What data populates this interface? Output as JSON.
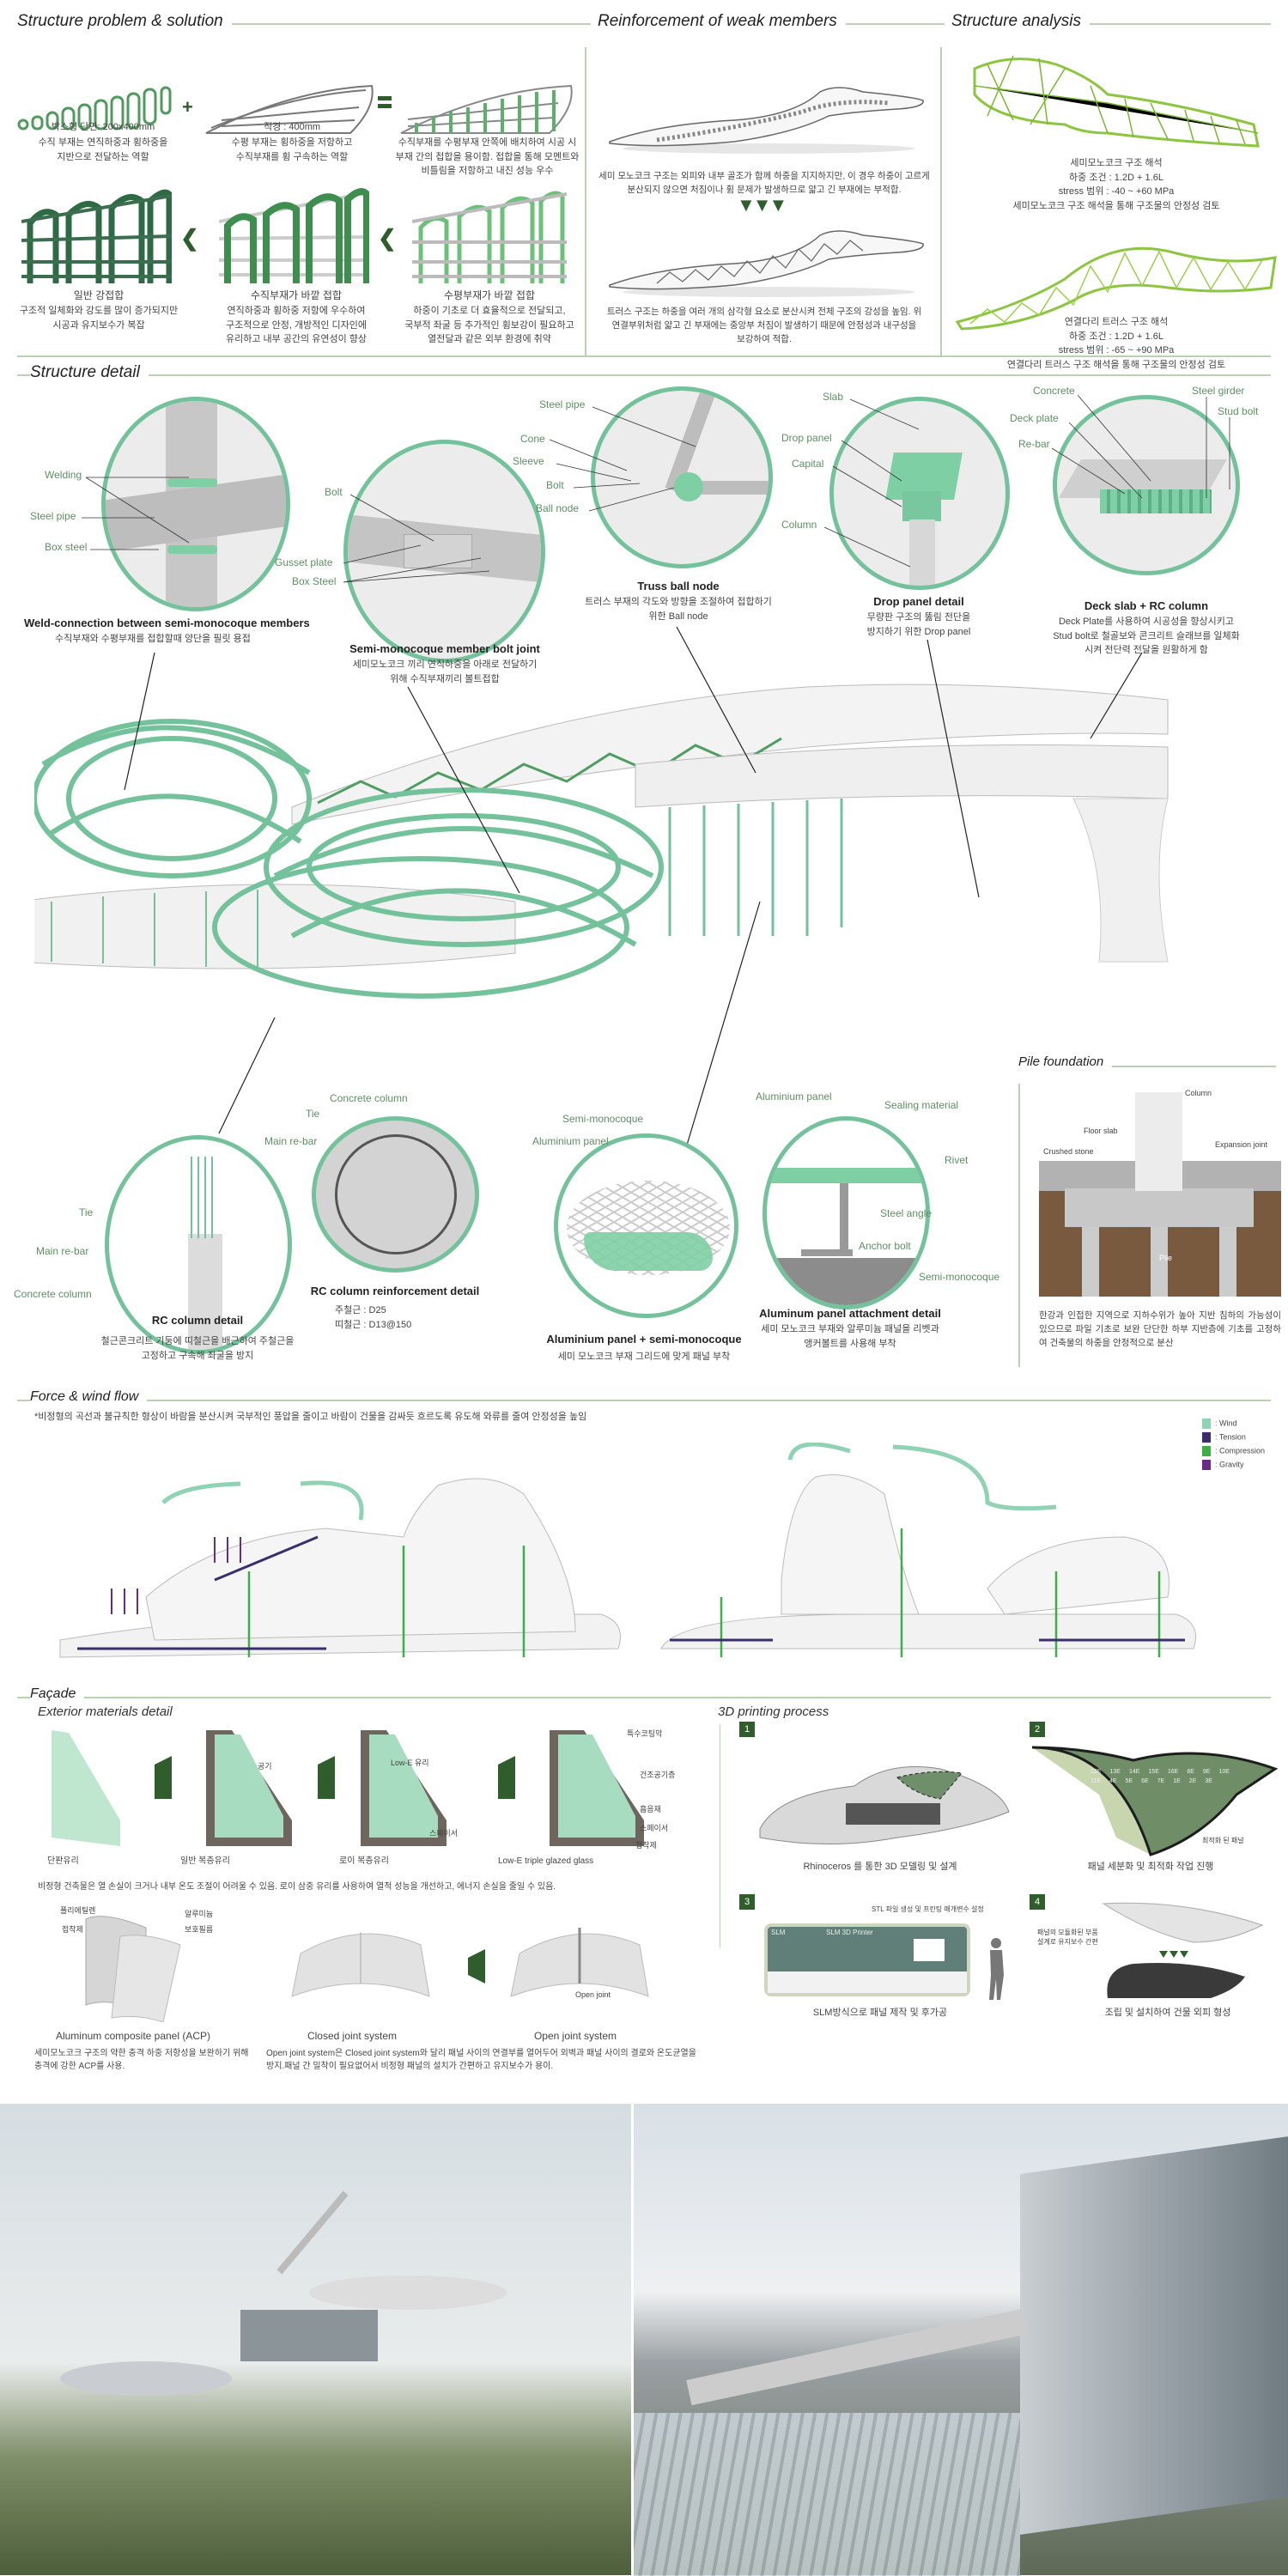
{
  "colors": {
    "accent_green": "#74c29b",
    "dark_green": "#2f5e2c",
    "line_green": "#b7d3b2",
    "wind": "#8fd2b4",
    "tension": "#3b2e6e",
    "compression": "#3fae49",
    "gravity": "#6b2a86"
  },
  "problem": {
    "title": "Structure problem & solution",
    "top": [
      {
        "spec": "박스형 단면: 200x400mm",
        "desc": "수직 부재는 연직하중과 횡하중을\n지반으로 전달하는 역할"
      },
      {
        "spec": "직경 : 400mm",
        "desc": "수평 부재는 횡하중을 저항하고\n수직부재를 횡 구속하는 역할"
      },
      {
        "desc": "수직부재를 수평부재 안쪽에 배치하여 시공 시\n부재 간의 접합을 용이함. 접합을 통해 모멘트와\n비틀림을 저항하고 내진 성능 우수"
      }
    ],
    "bottom": [
      {
        "label": "일반 강접합",
        "desc": "구조적 일체화와 강도를 많이 증가되지만\n시공과 유지보수가 복잡"
      },
      {
        "label": "수직부재가 바깥 접합",
        "desc": "연직하중과 횡하중 저항에 우수하여\n구조적으로 안정, 개방적인 디자인에\n유리하고 내부 공간의 유연성이 향상"
      },
      {
        "label": "수평부재가 바깥 접합",
        "desc": "하중이 기초로 더 효율적으로 전달되고,\n국부적 좌굴 등 추가적인 횡보강이 필요하고\n열전달과 같은 외부 환경에 취약"
      }
    ]
  },
  "reinforcement": {
    "title": "Reinforcement of weak members",
    "text1": "세미 모노코크 구조는 외피와 내부 골조가 함께 하중을 지지하지만, 이 경우 하중이 고르게\n분산되지 않으면 처짐이나 휨 문제가 발생하므로 얇고 긴 부재에는 부적합.",
    "text2": "트러스 구조는 하중을 여러 개의 삼각형 요소로 분산시켜 전체 구조의 강성을 높임. 위\n연결부위처럼 얇고 긴 부재에는 중앙부 처짐이 발생하기 때문에 안정성과 내구성을\n보강하여 적합."
  },
  "analysis": {
    "title": "Structure analysis",
    "text1": "세미모노코크 구조 해석\n하중 조건 : 1.2D + 1.6L\nstress 범위 : -40 ~ +60 MPa\n세미모노코크 구조 해석을 통해 구조물의 안정성 검토",
    "text2": "연결다리 트러스 구조 해석\n하중 조건 : 1.2D + 1.6L\nstress 범위 : -65 ~ +90 MPa\n연결다리 트러스 구조 해석을 통해 구조물의 안정성 검토"
  },
  "detail": {
    "title": "Structure detail",
    "weld": {
      "labels": [
        "Welding",
        "Steel pipe",
        "Box steel"
      ],
      "title": "Weld-connection between semi-monocoque members",
      "desc": "수직부재와 수평부재를 접합할때 양단을 필릿 용접"
    },
    "bolt": {
      "labels": [
        "Bolt",
        "Gusset plate",
        "Box Steel"
      ],
      "title": "Semi-monocoque member bolt joint",
      "desc": "세미모노코크 끼리 연직하중을 아래로 전달하기\n위해 수직부재끼리 볼트접합"
    },
    "truss": {
      "labels": [
        "Steel pipe",
        "Cone",
        "Sleeve",
        "Bolt",
        "Ball node"
      ],
      "title": "Truss ball node",
      "desc": "트러스 부재의 각도와 방향을 조절하여 접합하기\n위한 Ball node"
    },
    "drop": {
      "labels": [
        "Slab",
        "Drop panel",
        "Capital",
        "Column"
      ],
      "title": "Drop panel detail",
      "desc": "무량판 구조의 뚫림 전단을\n방지하기 위한 Drop panel"
    },
    "deck": {
      "labels": [
        "Concrete",
        "Steel girder",
        "Stud bolt",
        "Deck plate",
        "Re-bar"
      ],
      "title": "Deck slab + RC column",
      "desc": "Deck Plate를 사용하여 시공성을 향상시키고\nStud bolt로 철골보와 콘크리트 슬래브를 일체화\n시켜 전단력 전달을 원활하게 함"
    },
    "rc": {
      "labels": [
        "Tie",
        "Main re-bar",
        "Concrete column"
      ],
      "title": "RC column detail",
      "desc": "철근콘크리트 기둥에 띠철근을 배근하여 주철근을\n고정하고 구속해 좌굴을 방지"
    },
    "rcr": {
      "labels": [
        "Concrete column",
        "Tie",
        "Main re-bar"
      ],
      "title": "RC column reinforcement detail",
      "desc": "주철근 : D25\n띠철근 : D13@150"
    },
    "alsemi": {
      "labels": [
        "Semi-monocoque",
        "Aluminium panel"
      ],
      "title": "Aluminium panel + semi-monocoque",
      "desc": "세미 모노코크 부재 그리드에 맞게 패널 부착"
    },
    "attach": {
      "labels": [
        "Aluminium panel",
        "Sealing material",
        "Rivet",
        "Steel angle",
        "Anchor bolt",
        "Semi-monocoque"
      ],
      "title": "Aluminum panel attachment detail",
      "desc": "세미 모노코크 부재와 알루미늄 패널을 리벳과\n앵커볼트를 사용해 부착"
    }
  },
  "pile": {
    "title": "Pile foundation",
    "labels": [
      "Column",
      "Floor slab",
      "Expansion joint",
      "Crushed stone",
      "Pile"
    ],
    "desc": "한강과 인접한 지역으로 지하수위가 높아 지반 침하의 가능성이 있으므로 파일 기초로 보완 단단한 하부 지반층에 기초를 고정하여 건축물의 하중을 안정적으로 분산"
  },
  "force": {
    "title": "Force & wind flow",
    "note": "*비정형의 곡선과 불규칙한 형상이 바람을 분산시켜 국부적인 풍압을 줄이고 바람이 건물을 감싸듯 흐르도록 유도해 와류를 줄여 안정성을 높임",
    "legend": [
      {
        "label": ": Wind",
        "color": "#8fd2b4"
      },
      {
        "label": ": Tension",
        "color": "#3b2e6e"
      },
      {
        "label": ": Compression",
        "color": "#3fae49"
      },
      {
        "label": ": Gravity",
        "color": "#6b2a86"
      }
    ]
  },
  "facade": {
    "title": "Façade",
    "exterior_title": "Exterior materials detail",
    "glass": [
      "단판유리",
      "일반 복층유리",
      "로이 복층유리",
      "Low-E triple glazed glass"
    ],
    "glass_callouts": [
      "공기",
      "Low-E 유리",
      "스페이서",
      "특수코팅막",
      "건조공기층",
      "흡음재",
      "스페이서",
      "접착제"
    ],
    "glass_note": "비정형 건축물은 열 손실이 크거나 내부 온도 조절이 어려울 수 있음.  로이 삼중 유리를 사용하여 열적 성능을 개선하고, 에너지 손실을 줄일 수 있음.",
    "acp_callouts": [
      "폴리에틸렌",
      "접착제",
      "알루미늄",
      "보호필름"
    ],
    "acp_title": "Aluminum composite panel (ACP)",
    "acp_desc": "세미모노코크 구조의 약한 충격 하중 저항성을 보완하기 위해\n충격에 강한 ACP를 사용.",
    "closed_title": "Closed joint system",
    "open_title": "Open joint system",
    "open_callout": "Open joint",
    "joint_desc": "Open joint system은 Closed joint system와 달리 패널 사이의 연결부를 열어두어 외벽과 패널 사이의 결로와 온도균열을\n방지.패널 간 밀착이 필요없어서 비정형 패널의 설치가 간편하고 유지보수가 용이."
  },
  "printing": {
    "title": "3D printing process",
    "steps": [
      {
        "num": "1",
        "caption": "Rhinoceros 를 통한 3D 모델링 및 설계"
      },
      {
        "num": "2",
        "caption": "패널 세분화 및 최적화 작업 진행",
        "callout": "최적화 된 패널",
        "panels": [
          "12E",
          "13E",
          "14E",
          "15E",
          "16E",
          "8E",
          "9E",
          "10E",
          "11E",
          "4E",
          "5E",
          "6E",
          "7E",
          "1E",
          "2E",
          "3E"
        ]
      },
      {
        "num": "3",
        "caption": "SLM방식으로 패널 제작 및 후가공",
        "callout": "STL 파일 생성 및 프린팅 매개변수 설정",
        "machine": "SLM",
        "machine2": "SLM 3D Printer"
      },
      {
        "num": "4",
        "caption": "조립 및 설치하여 건물 외피 형성",
        "callout": "패널의 모듈화된 부품\n설계로 유지보수 간편"
      }
    ]
  }
}
